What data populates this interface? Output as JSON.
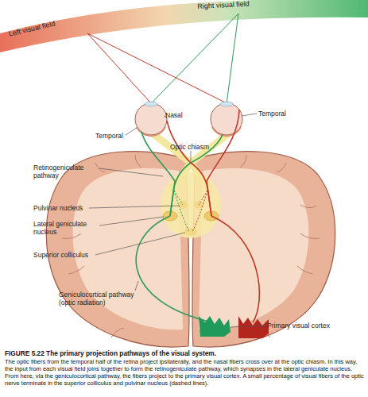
{
  "diagram": {
    "title": "FIGURE 5.22 The primary projection pathways of the visual system.",
    "caption": "The optic fibers from the temporal half of the retina project ipsilaterally, and the nasal fibers cross over at the optic chiasm. In this way, the input from each visual field joins together to form the retinogeniculate pathway, which synapses in the lateral geniculate nucleus. From here, via the geniculocortical pathway, the fibers project to the primary visual cortex. A small percentage of visual fibers of the optic nerve terminate in the superior colliculus and pulvinar nucleus (dashed lines).",
    "labels": [
      "Right visual field",
      "Left visual field",
      "Nasal",
      "Temporal",
      "Temporal",
      "Optic chiasm",
      "Retinogeniculate pathway",
      "Pulvinar nucleus",
      "Lateral geniculate nucleus",
      "Superior colliculus",
      "Geniculocortical pathway (optic radiation)",
      "Primary visual cortex"
    ]
  }
}
